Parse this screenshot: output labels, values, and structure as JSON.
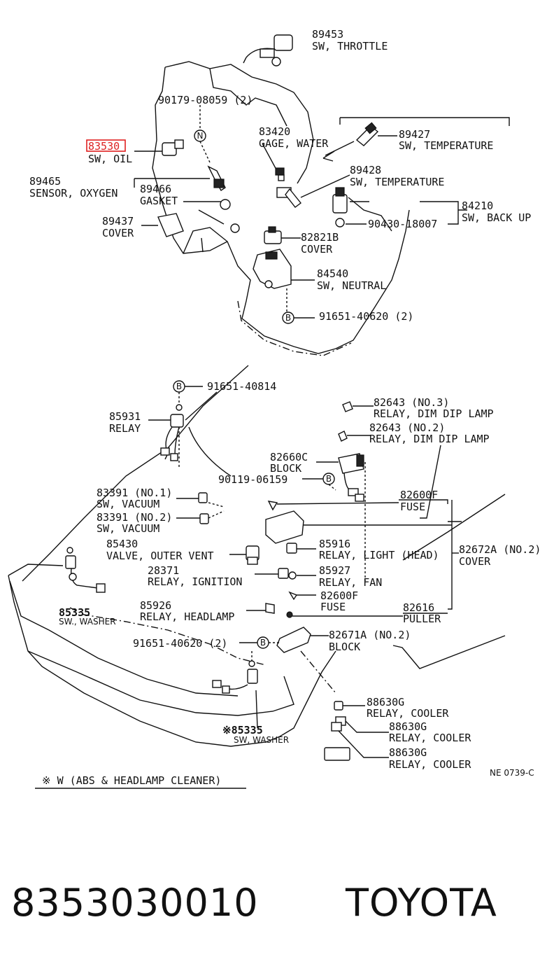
{
  "highlight_color": "#e02020",
  "labels": {
    "l89453": "89453",
    "l89453b": "SW, THROTTLE",
    "l90179": "90179-08059 (2)",
    "l83530": "83530",
    "l83530b": "SW, OIL",
    "l83420": "83420",
    "l83420b": "GAGE, WATER",
    "l89427": "89427",
    "l89427b": "SW, TEMPERATURE",
    "l89465": "89465",
    "l89465b": "SENSOR, OXYGEN",
    "l89466": "89466",
    "l89466b": "GASKET",
    "l89428": "89428",
    "l89428b": "SW, TEMPERATURE",
    "l84210": "84210",
    "l84210b": "SW, BACK UP",
    "l90430": "90430-18007",
    "l89437": "89437",
    "l89437b": "COVER",
    "l82821": "82821B",
    "l82821b": "COVER",
    "l84540": "84540",
    "l84540b": "SW, NEUTRAL",
    "l91651a": "91651-40620 (2)",
    "l91651b": "91651-40814",
    "l82643a": "82643 (NO.3)",
    "l82643ab": "RELAY, DIM DIP LAMP",
    "l85931": "85931",
    "l85931b": "RELAY",
    "l82643b": "82643 (NO.2)",
    "l82643bb": "RELAY, DIM DIP LAMP",
    "l82660": "82660C",
    "l82660b": "BLOCK",
    "l90119": "90119-06159",
    "l82600f": "82600F",
    "l82600fb": "FUSE",
    "l83391a": "83391 (NO.1)",
    "l83391ab": "SW, VACUUM",
    "l83391b": "83391 (NO.2)",
    "l83391bb": "SW, VACUUM",
    "l85430": "85430",
    "l85430b": "VALVE, OUTER VENT",
    "l85916": "85916",
    "l85916b": "RELAY, LIGHT (HEAD)",
    "l82672": "82672A (NO.2)",
    "l82672b": "COVER",
    "l28371": "28371",
    "l28371b": "RELAY, IGNITION",
    "l85927": "85927",
    "l85927b": "RELAY, FAN",
    "l85335a": "85335",
    "l85335ab": "SW., WASHER",
    "l82600f2": "82600F",
    "l82600f2b": "FUSE",
    "l85926": "85926",
    "l85926b": "RELAY, HEADLAMP",
    "l82616": "82616",
    "l82616b": "PULLER",
    "l91651c": "91651-40620 (2)",
    "l82671": "82671A (NO.2)",
    "l82671b": "BLOCK",
    "l88630a": "88630G",
    "l88630ab": "RELAY, COOLER",
    "l88630b": "88630G",
    "l88630bb": "RELAY, COOLER",
    "l88630c": "88630G",
    "l88630cb": "RELAY, COOLER",
    "l85335b": "※85335",
    "l85335bb": "SW, WASHER",
    "footnote": "※ W (ABS & HEADLAMP CLEANER)",
    "ref_code": "NE 0739-C",
    "callout_b": "B",
    "callout_n": "N"
  },
  "footer": {
    "part_number": "8353030010",
    "brand": "TOYOTA"
  }
}
